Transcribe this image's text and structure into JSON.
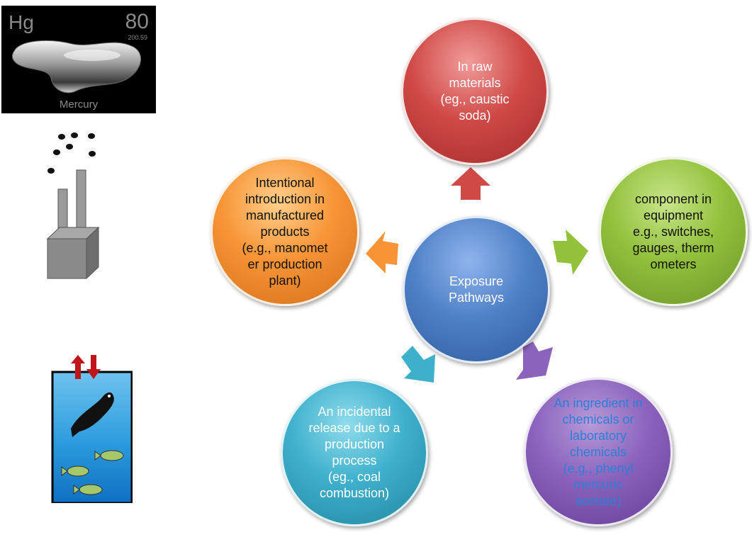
{
  "mercury_tile": {
    "symbol": "Hg",
    "number": "80",
    "mass": "200.59",
    "name": "Mercury"
  },
  "center": "Exposure\nPathways",
  "pathways": {
    "raw_materials": "In raw\nmaterials\n(eg., caustic\nsoda)",
    "equipment": "component in\nequipment\ne.g., switches,\ngauges, therm\nometers",
    "intentional": "Intentional\nintroduction in\nmanufactured\nproducts\n(e.g., manomet\ner production\nplant)",
    "incidental": "An incidental\nrelease due to a\nproduction\nprocess\n(eg., coal\ncombustion)",
    "ingredient": "An ingredient in\nchemicals or\nlaboratory\nchemicals\n(e.g., phenyl\nmercuric\nacetate)"
  },
  "colors": {
    "center": "#4f81c7",
    "raw": "#cf4a47",
    "equipment": "#92c13c",
    "intentional": "#f79436",
    "incidental": "#3fb0cc",
    "ingredient": "#8a63bd"
  }
}
